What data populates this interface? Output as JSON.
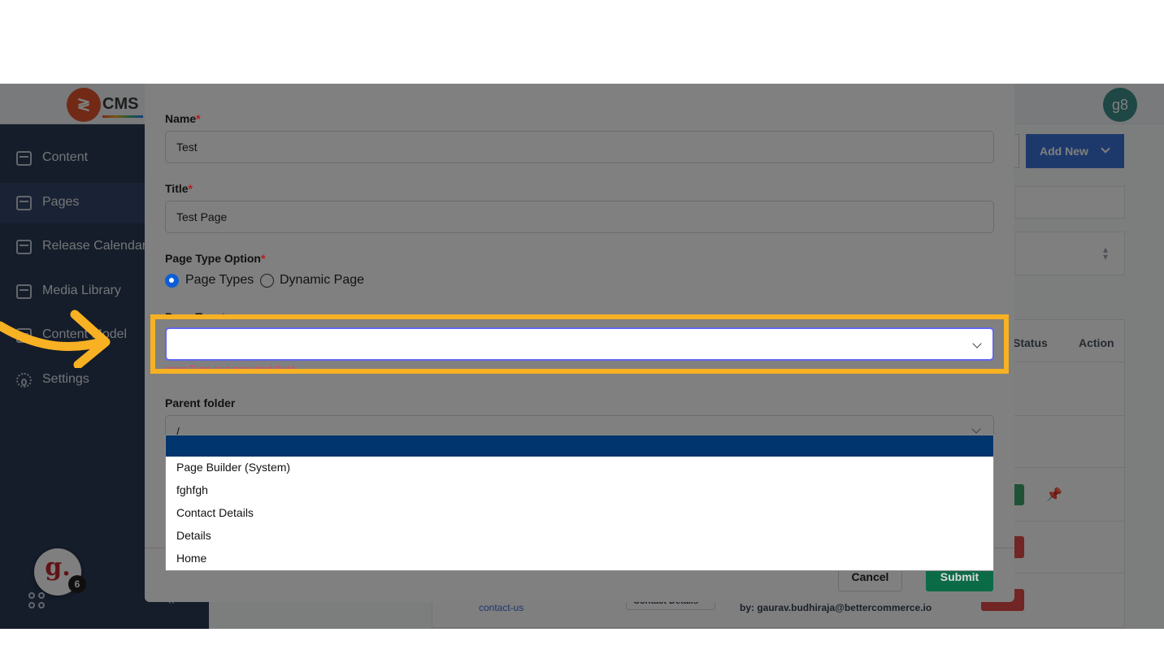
{
  "app": {
    "logo_text": "CMS",
    "logo_mark": "≷",
    "user_initials": "g8"
  },
  "sidebar": {
    "items": [
      {
        "label": "Content",
        "icon": "content-icon"
      },
      {
        "label": "Pages",
        "icon": "pages-icon"
      },
      {
        "label": "Release Calendar",
        "icon": "calendar-icon"
      },
      {
        "label": "Media Library",
        "icon": "image-icon"
      },
      {
        "label": "Content Model",
        "icon": "content-model-icon"
      },
      {
        "label": "Settings",
        "icon": "gear-icon"
      }
    ],
    "collapse_glyph": "«"
  },
  "help_widget": {
    "logo": "g.",
    "badge_count": "6"
  },
  "toolbar": {
    "add_new_label": "Add New"
  },
  "table": {
    "headers": {
      "status": "Status",
      "action": "Action"
    },
    "visible_row": {
      "slug": "contact-us",
      "type": "Contact Details",
      "author": "by: gaurav.budhiraja@bettercommerce.io"
    }
  },
  "modal": {
    "name_label": "Name",
    "name_value": "Test",
    "title_label": "Title",
    "title_value": "Test Page",
    "page_type_option_label": "Page Type Option",
    "radio_options": [
      "Page Types",
      "Dynamic Page"
    ],
    "radio_selected": "Page Types",
    "page_type_label": "Page Type",
    "page_type_value": "",
    "page_type_error": "pageType is a required field",
    "parent_folder_label": "Parent folder",
    "parent_folder_value": "/",
    "required_marker": "*",
    "cancel_label": "Cancel",
    "submit_label": "Submit"
  },
  "dropdown": {
    "options": [
      "",
      "Page Builder (System)",
      "fghfgh",
      "Contact Details",
      "Details",
      "Home"
    ],
    "highlighted_index": 0
  },
  "colors": {
    "highlight": "#f7b123",
    "accent": "#3b73d9",
    "submit": "#0c6b47",
    "selected_option": "#00356d",
    "error": "#e8415f"
  }
}
